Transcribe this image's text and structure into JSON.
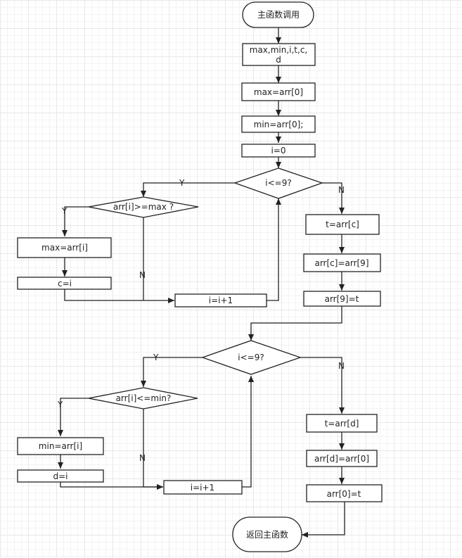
{
  "nodes": {
    "start": "主函数调用",
    "decl_line1": "max,min,i,t,c,",
    "decl_line2": "d",
    "max_init": "max=arr[0]",
    "min_init": "min=arr[0];",
    "i_init": "i=0",
    "loop1_cond": "i<=9?",
    "cmp_max": "arr[i]>=max ?",
    "set_max": "max=arr[i]",
    "set_c": "c=i",
    "inc1": "i=i+1",
    "t_c": "t=arr[c]",
    "arrc_arr9": "arr[c]=arr[9]",
    "arr9_t": "arr[9]=t",
    "loop2_cond": "i<=9?",
    "cmp_min": "arr[i]<=min?",
    "set_min": "min=arr[i]",
    "set_d": "d=i",
    "inc2": "i=i+1",
    "t_d": "t=arr[d]",
    "arrd_arr0": "arr[d]=arr[0]",
    "arr0_t": "arr[0]=t",
    "end": "返回主函数"
  },
  "edge_labels": {
    "loop1_yes": "Y",
    "loop1_no": "N",
    "cmp_max_yes": "Y",
    "cmp_max_no": "N",
    "loop2_yes": "Y",
    "loop2_no": "N",
    "cmp_min_yes": "Y",
    "cmp_min_no": "N"
  }
}
